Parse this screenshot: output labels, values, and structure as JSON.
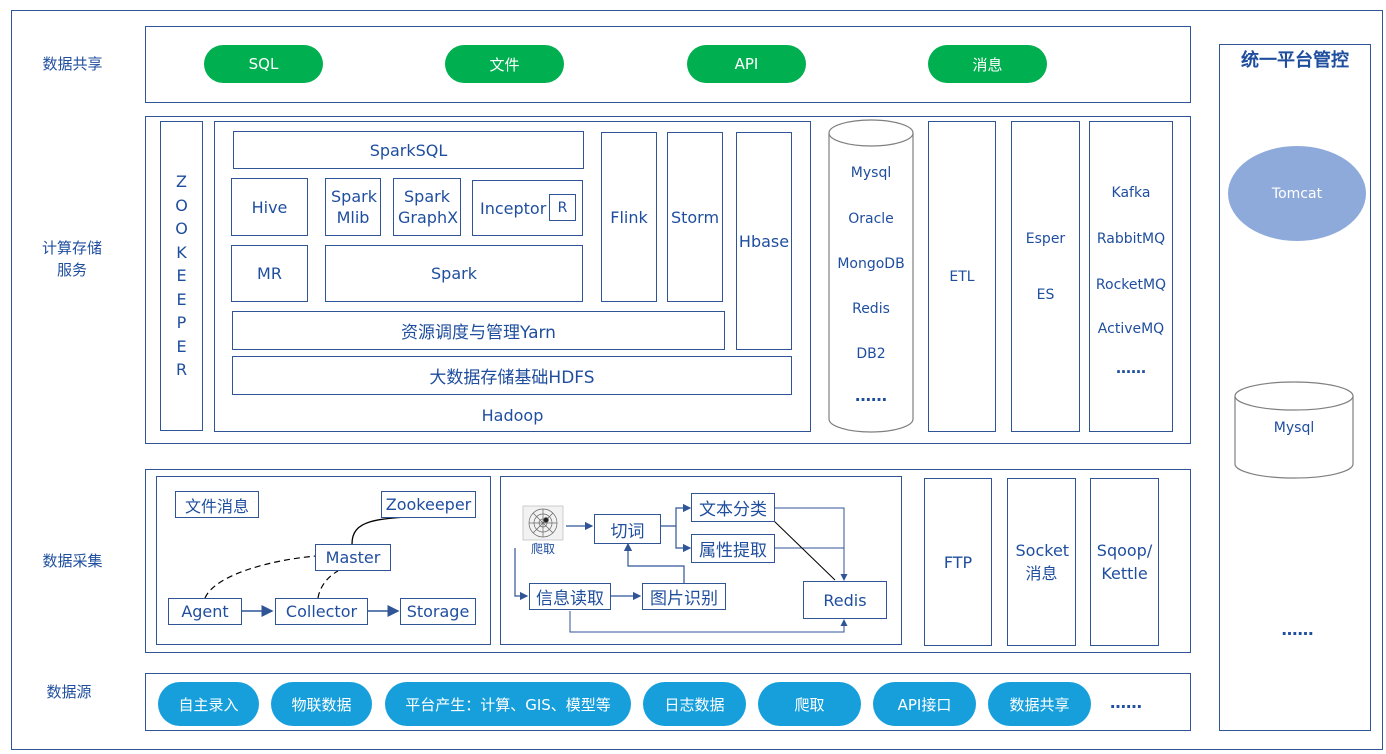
{
  "colors": {
    "frame": "#2f5597",
    "text": "#1f4e9e",
    "green": "#00b050",
    "blue": "#169fdb",
    "tomcat": "#8eaadb"
  },
  "rows": {
    "share": "数据共享",
    "compute": "计算存储服务",
    "collect": "数据采集",
    "source": "数据源"
  },
  "share_items": [
    "SQL",
    "文件",
    "API",
    "消息"
  ],
  "zookeeper": [
    "Z",
    "O",
    "O",
    "K",
    "E",
    "E",
    "P",
    "E",
    "R"
  ],
  "hadoop": {
    "sparksql": "SparkSQL",
    "hive": "Hive",
    "spark_mlib": "Spark Mlib",
    "spark_graphx": "Spark GraphX",
    "inceptor": "Inceptor",
    "r": "R",
    "mr": "MR",
    "spark": "Spark",
    "yarn": "资源调度与管理Yarn",
    "hdfs": "大数据存储基础HDFS",
    "label": "Hadoop"
  },
  "engines": {
    "flink": "Flink",
    "storm": "Storm",
    "hbase": "Hbase"
  },
  "databases": [
    "Mysql",
    "Oracle",
    "MongoDB",
    "Redis",
    "DB2",
    "……"
  ],
  "etl": "ETL",
  "esper": [
    "Esper",
    "ES"
  ],
  "mq": [
    "Kafka",
    "RabbitMQ",
    "RocketMQ",
    "ActiveMQ",
    "……"
  ],
  "platform": {
    "title": "统一平台管控",
    "tomcat": "Tomcat",
    "mysql": "Mysql",
    "more": "……"
  },
  "flume": {
    "file_msg": "文件消息",
    "zookeeper": "Zookeeper",
    "master": "Master",
    "agent": "Agent",
    "collector": "Collector",
    "storage": "Storage"
  },
  "crawler": {
    "spider": "爬取",
    "cut": "切词",
    "classify": "文本分类",
    "attr": "属性提取",
    "info": "信息读取",
    "image": "图片识别",
    "redis": "Redis"
  },
  "collect_tools": {
    "ftp": "FTP",
    "socket": "Socket 消息",
    "sqoop": "Sqoop/ Kettle"
  },
  "sources": [
    "自主录入",
    "物联数据",
    "平台产生：计算、GIS、模型等",
    "日志数据",
    "爬取",
    "API接口",
    "数据共享"
  ],
  "sources_more": "……"
}
